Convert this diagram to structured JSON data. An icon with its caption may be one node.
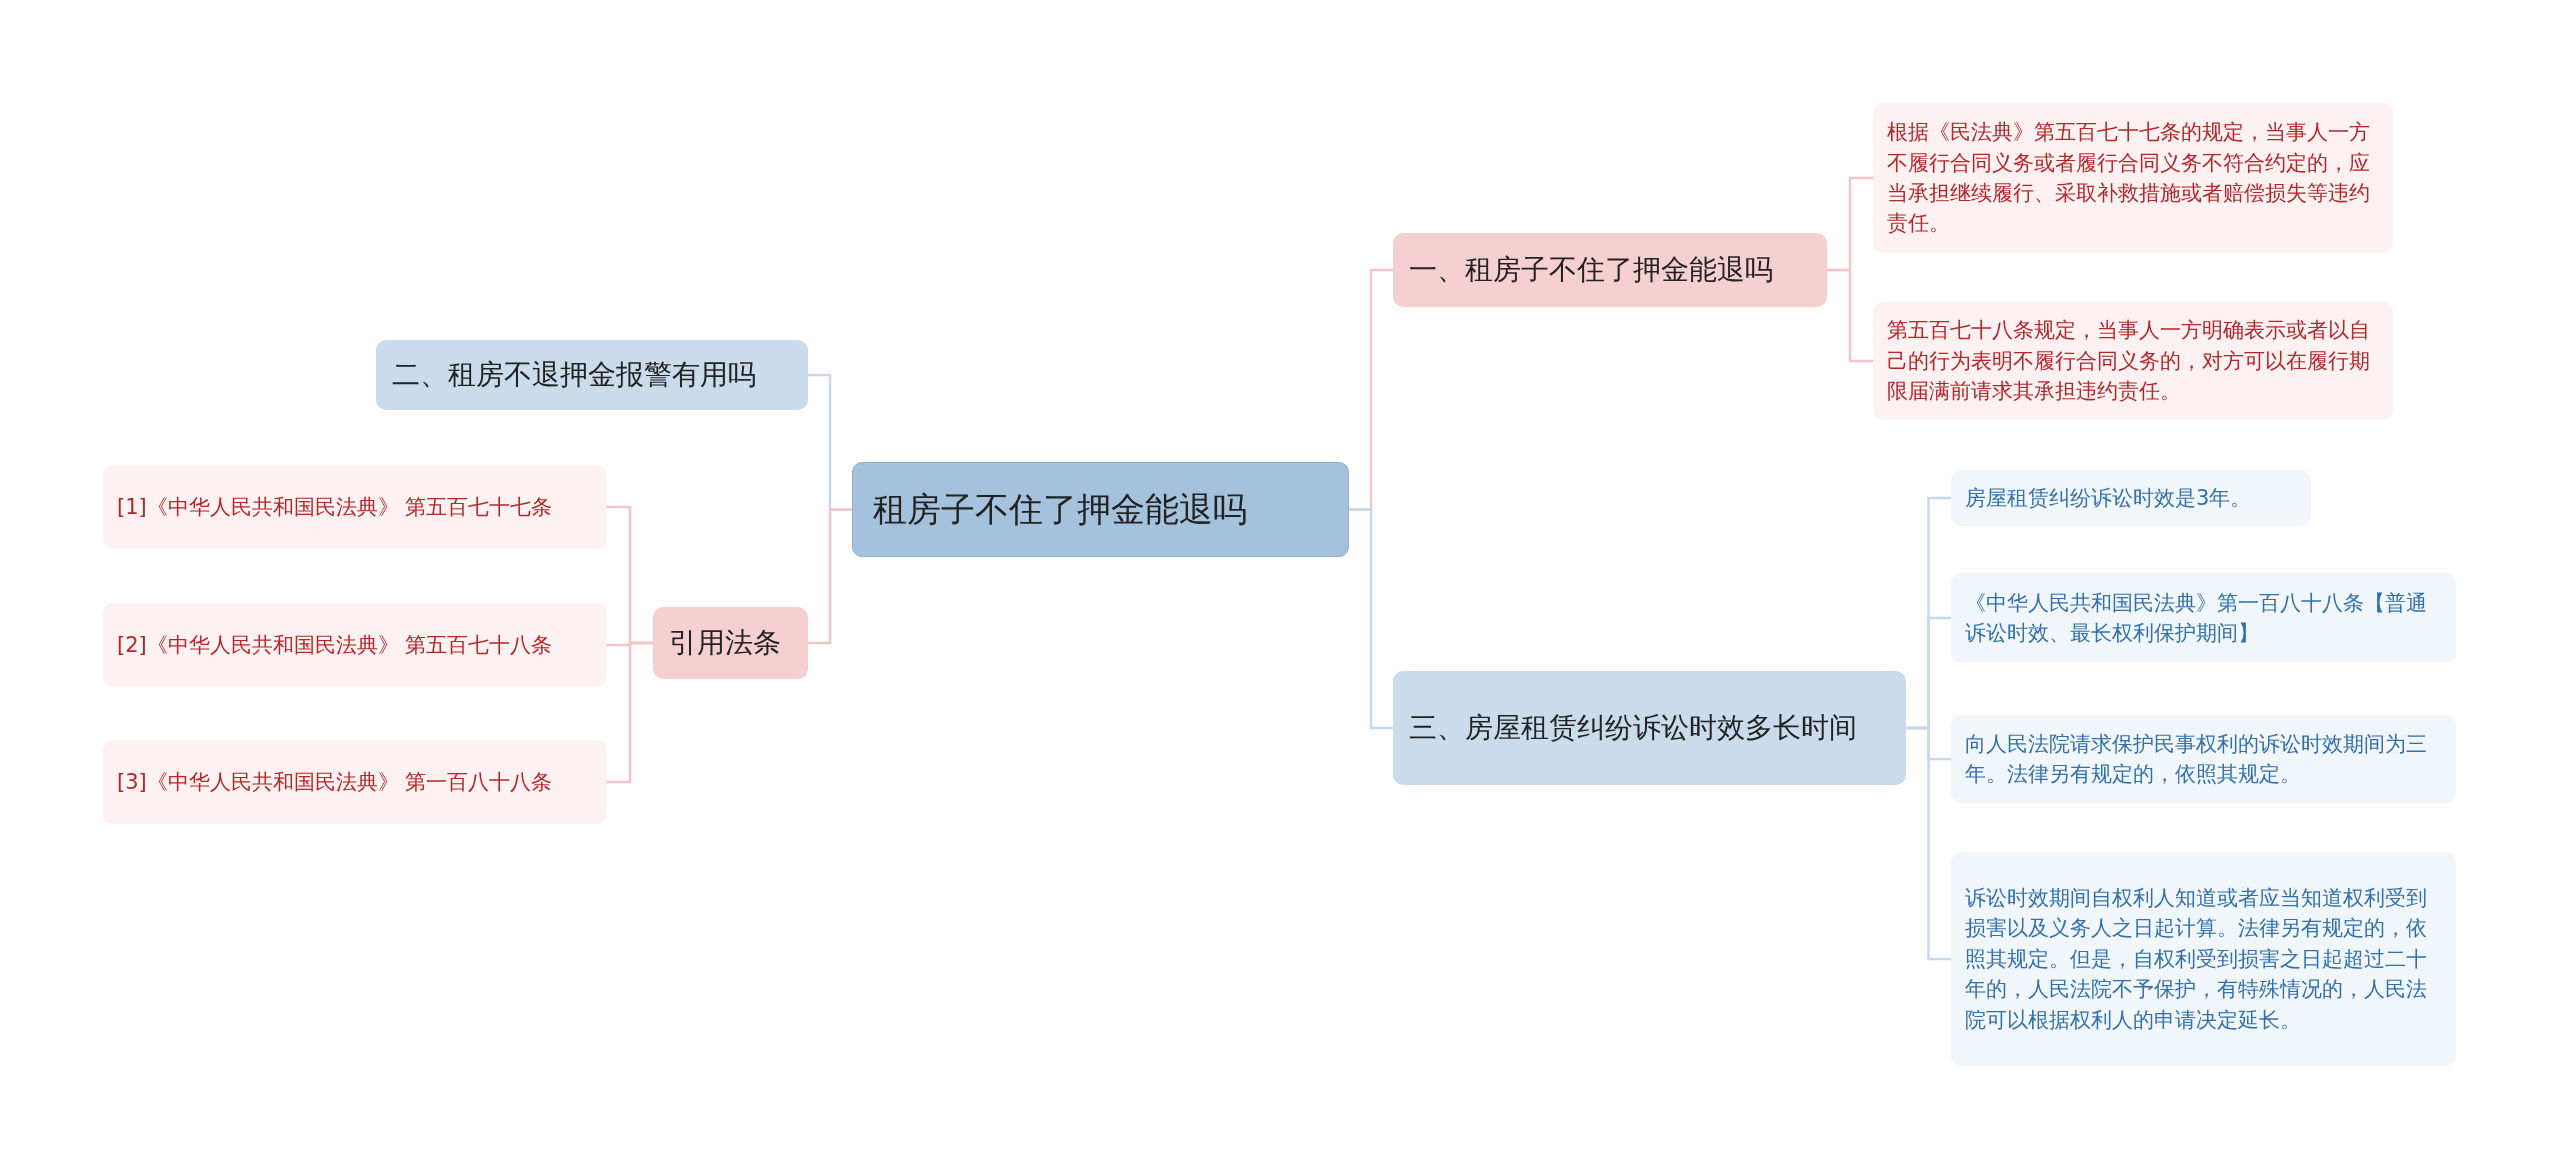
{
  "diagram": {
    "nodes": [
      {
        "text": [
          "租房子不住了押金能退吗"
        ]
      },
      {
        "text": [
          "一、租房子不住了押金能退吗"
        ]
      },
      {
        "text": [
          "根据《民法典》第五百七十七条的规定，当事人一方不履行合同义务或者履行合同义务不符合约定的，应当承担继续履行、采取补救措施或者赔偿损失等违约责任。"
        ]
      },
      {
        "text": [
          "第五百七十八条规定，当事人一方明确表示或者以自己的行为表明不履行合同义务的，对方可以在履行期限届满前请求其承担违约责任。"
        ]
      },
      {
        "text": [
          "二、租房不退押金报警有用吗"
        ]
      },
      {
        "text": [
          "引用法条"
        ]
      },
      {
        "text": [
          "[1]《中华人民共和国民法典》 第五百七十七条"
        ]
      },
      {
        "text": [
          "[2]《中华人民共和国民法典》 第五百七十八条"
        ]
      },
      {
        "text": [
          "[3]《中华人民共和国民法典》 第一百八十八条"
        ]
      },
      {
        "text": [
          "三、房屋租赁纠纷诉讼时效多长时间"
        ]
      },
      {
        "text": [
          "房屋租赁纠纷诉讼时效是3年。"
        ]
      },
      {
        "text": [
          "《中华人民共和国民法典》第一百八十八条【普通诉讼时效、最长权利保护期间】"
        ]
      },
      {
        "text": [
          "向人民法院请求保护民事权利的诉讼时效期间为三年。法律另有规定的，依照其规定。"
        ]
      },
      {
        "text": [
          "诉讼时效期间自权利人知道或者应当知道权利受到损害以及义务人之日起计算。法律另有规定的，依照其规定。但是，自权利受到损害之日起超过二十年的，人民法院不予保护，有特殊情况的，人民法院可以根据权利人的申请决定延长。"
        ]
      }
    ],
    "edges": [
      {
        "from": 0,
        "to": 1,
        "arrow": "none"
      },
      {
        "from": 1,
        "to": 2,
        "arrow": "none"
      },
      {
        "from": 1,
        "to": 3,
        "arrow": "none"
      },
      {
        "from": 0,
        "to": 4,
        "arrow": "none",
        "color": "#c5d9ea"
      },
      {
        "from": 0,
        "to": 5,
        "arrow": "none"
      },
      {
        "from": 5,
        "to": 6,
        "arrow": "none"
      },
      {
        "from": 5,
        "to": 7,
        "arrow": "none"
      },
      {
        "from": 5,
        "to": 8,
        "arrow": "none"
      },
      {
        "from": 0,
        "to": 9,
        "arrow": "none",
        "color": "#c5d9ea"
      },
      {
        "from": 9,
        "to": 10,
        "arrow": "none",
        "color": "#c5d9ea"
      },
      {
        "from": 9,
        "to": 11,
        "arrow": "none",
        "color": "#c5d9ea"
      },
      {
        "from": 9,
        "to": 12,
        "arrow": "none",
        "color": "#c5d9ea"
      },
      {
        "from": 9,
        "to": 13,
        "arrow": "none",
        "color": "#c5d9ea"
      }
    ]
  }
}
